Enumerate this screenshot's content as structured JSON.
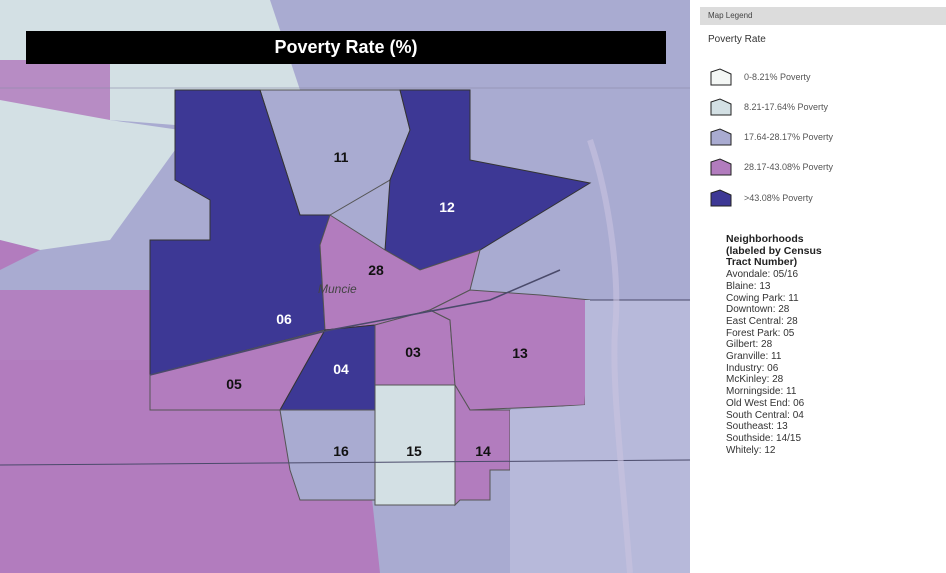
{
  "map": {
    "title": "Poverty Rate (%)",
    "place_label": "Muncie",
    "colors": {
      "cls1": "#f4f7f5",
      "cls2": "#d3e0e4",
      "cls3": "#a9abd1",
      "cls4": "#b27cbe",
      "cls5": "#3d3895"
    },
    "tracts": [
      {
        "id": "11",
        "poverty_class": 3
      },
      {
        "id": "12",
        "poverty_class": 5
      },
      {
        "id": "28",
        "poverty_class": 4
      },
      {
        "id": "06",
        "poverty_class": 5
      },
      {
        "id": "04",
        "poverty_class": 5
      },
      {
        "id": "03",
        "poverty_class": 4
      },
      {
        "id": "13",
        "poverty_class": 4
      },
      {
        "id": "05",
        "poverty_class": 4
      },
      {
        "id": "16",
        "poverty_class": 3
      },
      {
        "id": "15",
        "poverty_class": 2
      },
      {
        "id": "14",
        "poverty_class": 4
      }
    ]
  },
  "legend": {
    "header": "Map Legend",
    "subtitle": "Poverty Rate",
    "items": [
      {
        "label": "0-8.21% Poverty",
        "color": "#f4f7f5"
      },
      {
        "label": "8.21-17.64% Poverty",
        "color": "#d3e0e4"
      },
      {
        "label": "17.64-28.17% Poverty",
        "color": "#a9abd1"
      },
      {
        "label": "28.17-43.08% Poverty",
        "color": "#b27cbe"
      },
      {
        "label": ">43.08% Poverty",
        "color": "#3d3895"
      }
    ]
  },
  "neighborhoods": {
    "title_lines": [
      "Neighborhoods",
      "(labeled by Census",
      "Tract Number)"
    ],
    "items": [
      "Avondale: 05/16",
      "Blaine: 13",
      "Cowing Park: 11",
      "Downtown: 28",
      "East Central: 28",
      "Forest Park: 05",
      "Gilbert: 28",
      "Granville: 11",
      "Industry: 06",
      "McKinley: 28",
      "Morningside: 11",
      "Old West End: 06",
      "South Central: 04",
      "Southeast: 13",
      "Southside: 14/15",
      "Whitely: 12"
    ]
  }
}
